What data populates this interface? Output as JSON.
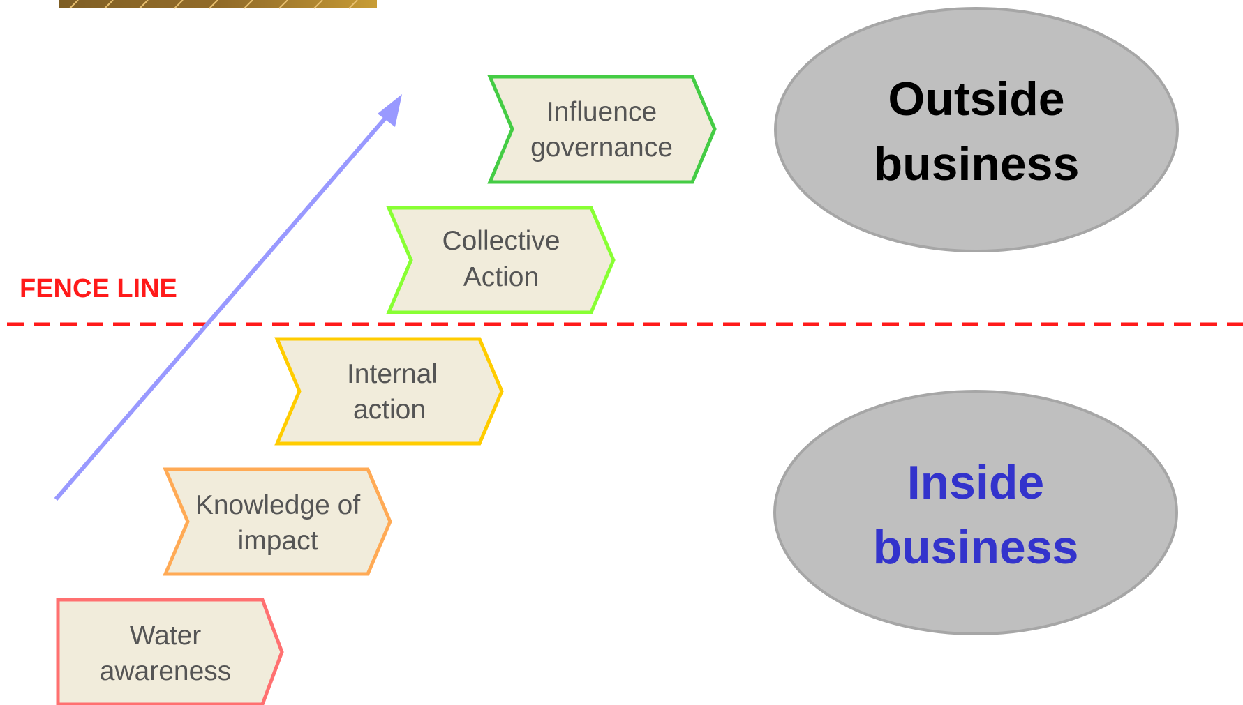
{
  "fence_line": {
    "label": "FENCE LINE",
    "color": "#ff1a1a"
  },
  "progression_arrow": {
    "color": "#9999ff"
  },
  "steps": [
    {
      "lines": [
        "Water",
        "awareness"
      ],
      "border_color": "#ff7070",
      "fill_color": "#f1ecdb"
    },
    {
      "lines": [
        "Knowledge of",
        "impact"
      ],
      "border_color": "#ffaa55",
      "fill_color": "#f1ecdb"
    },
    {
      "lines": [
        "Internal",
        "action"
      ],
      "border_color": "#ffcc00",
      "fill_color": "#f1ecdb"
    },
    {
      "lines": [
        "Collective",
        "Action"
      ],
      "border_color": "#88ff33",
      "fill_color": "#f1ecdb"
    },
    {
      "lines": [
        "Influence",
        "governance"
      ],
      "border_color": "#44cc44",
      "fill_color": "#f1ecdb"
    }
  ],
  "zones": {
    "outside": {
      "lines": [
        "Outside",
        "business"
      ],
      "text_color": "#000000",
      "fill_color": "#bfbfbf"
    },
    "inside": {
      "lines": [
        "Inside",
        "business"
      ],
      "text_color": "#3333cc",
      "fill_color": "#bfbfbf"
    }
  },
  "photo_strip": {
    "description_icon": "photo-thumbnail"
  }
}
